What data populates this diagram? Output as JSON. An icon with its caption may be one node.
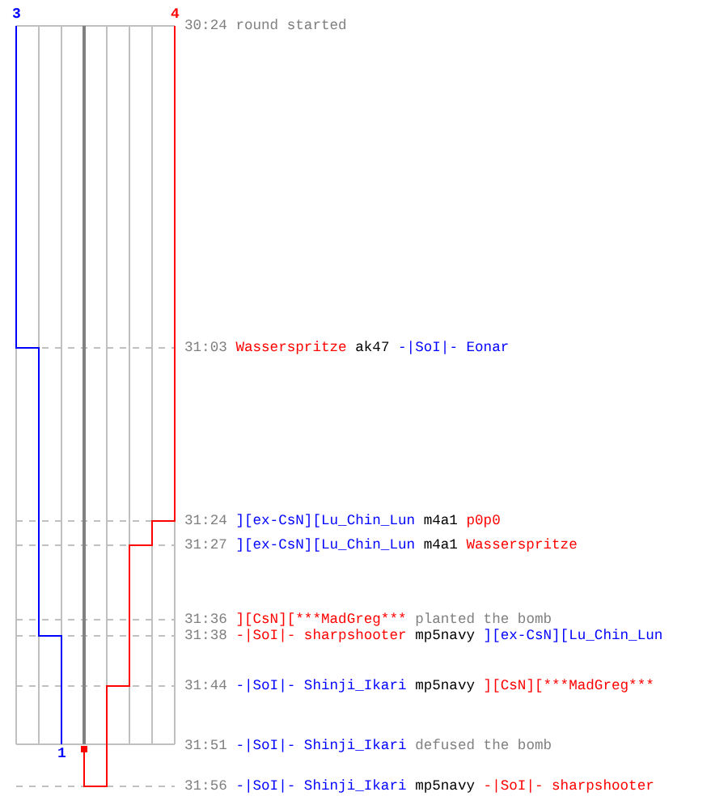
{
  "diagram": {
    "labels": [
      "3",
      "4",
      "30:24",
      "round started",
      "31:03",
      "Wasserspritze",
      "ak47",
      "-|SoI|- Eonar",
      "31:24",
      "][ex-CsN][Lu_Chin_Lun",
      "m4a1",
      "p0p0",
      "31:27",
      "][ex-CsN][Lu_Chin_Lun",
      "m4a1",
      "Wasserspritze",
      "31:36",
      "][CsN][***MadGreg***",
      "planted the bomb",
      "31:38",
      "-|SoI|- sharpshooter",
      "mp5navy",
      "][ex-CsN][Lu_Chin_Lun",
      "31:44",
      "-|SoI|- Shinji_Ikari",
      "mp5navy",
      "][CsN][***MadGreg***",
      "31:51",
      "-|SoI|- Shinji_Ikari",
      "defused the bomb",
      "31:56",
      "-|SoI|- Shinji_Ikari",
      "mp5navy",
      "-|SoI|- sharpshooter",
      "1"
    ]
  }
}
